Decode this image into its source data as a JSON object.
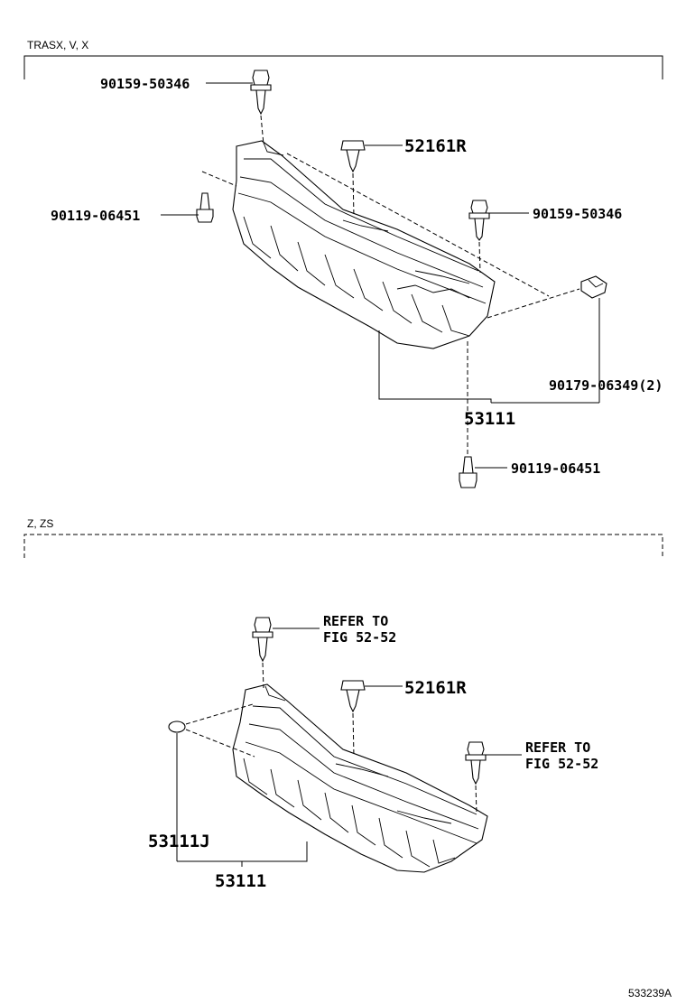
{
  "sections": {
    "top": {
      "title": "TRASX, V, X"
    },
    "bottom": {
      "title": "Z, ZS"
    }
  },
  "top_labels": {
    "bolt_top": "90159-50346",
    "clip_center": "52161R",
    "bolt_left": "90119-06451",
    "bolt_right": "90159-50346",
    "nut_right": "90179-06349(2)",
    "main_part": "53111",
    "bolt_bottom": "90119-06451"
  },
  "bottom_labels": {
    "refer_top_line1": "REFER TO",
    "refer_top_line2": "FIG 52-52",
    "clip_center": "52161R",
    "refer_right_line1": "REFER TO",
    "refer_right_line2": "FIG 52-52",
    "sub_part": "53111J",
    "main_part": "53111"
  },
  "figure_id": "533239A"
}
